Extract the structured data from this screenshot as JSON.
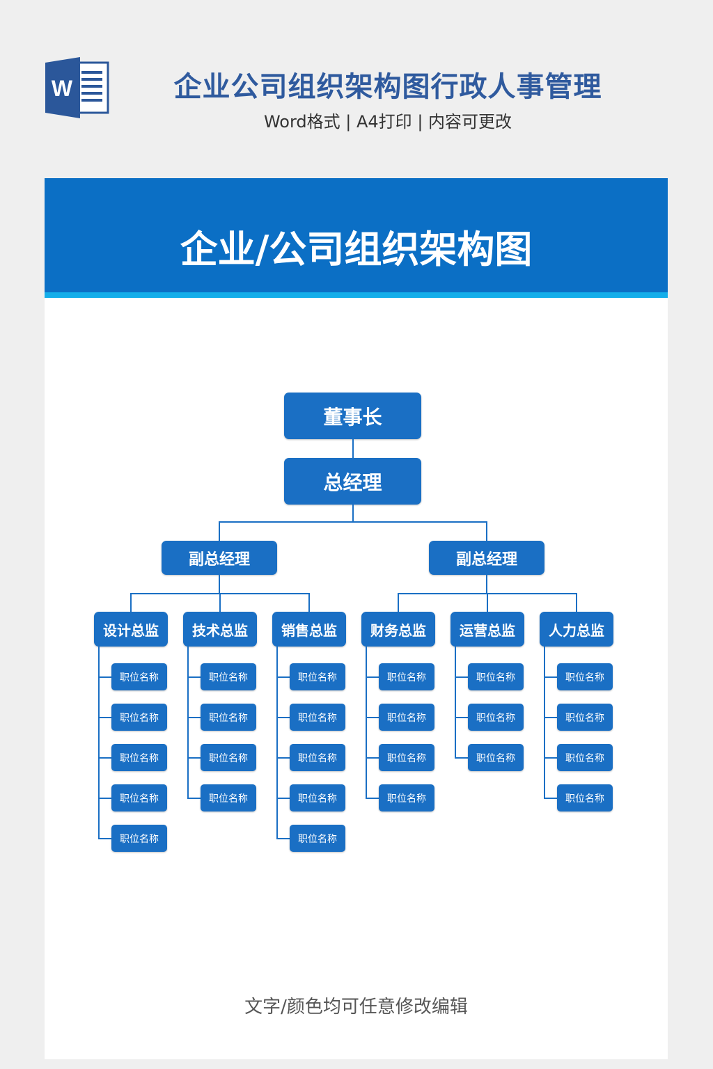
{
  "header": {
    "icon": "word-icon",
    "icon_letter": "W",
    "title": "企业公司组织架构图行政人事管理",
    "subtitle": "Word格式 | A4打印 | 内容可更改"
  },
  "banner": {
    "title": "企业/公司组织架构图"
  },
  "colors": {
    "box": "#1a6fc4",
    "banner": "#0b6fc5",
    "strip": "#14aeea",
    "title": "#2f5a9e"
  },
  "org": {
    "chairman": "董事长",
    "gm": "总经理",
    "deputies": [
      {
        "label": "副总经理",
        "directors": [
          {
            "label": "设计总监",
            "positions": [
              "职位名称",
              "职位名称",
              "职位名称",
              "职位名称",
              "职位名称"
            ]
          },
          {
            "label": "技术总监",
            "positions": [
              "职位名称",
              "职位名称",
              "职位名称",
              "职位名称"
            ]
          },
          {
            "label": "销售总监",
            "positions": [
              "职位名称",
              "职位名称",
              "职位名称",
              "职位名称",
              "职位名称"
            ]
          }
        ]
      },
      {
        "label": "副总经理",
        "directors": [
          {
            "label": "财务总监",
            "positions": [
              "职位名称",
              "职位名称",
              "职位名称",
              "职位名称"
            ]
          },
          {
            "label": "运营总监",
            "positions": [
              "职位名称",
              "职位名称",
              "职位名称"
            ]
          },
          {
            "label": "人力总监",
            "positions": [
              "职位名称",
              "职位名称",
              "职位名称",
              "职位名称"
            ]
          }
        ]
      }
    ]
  },
  "footer": "文字/颜色均可任意修改编辑"
}
